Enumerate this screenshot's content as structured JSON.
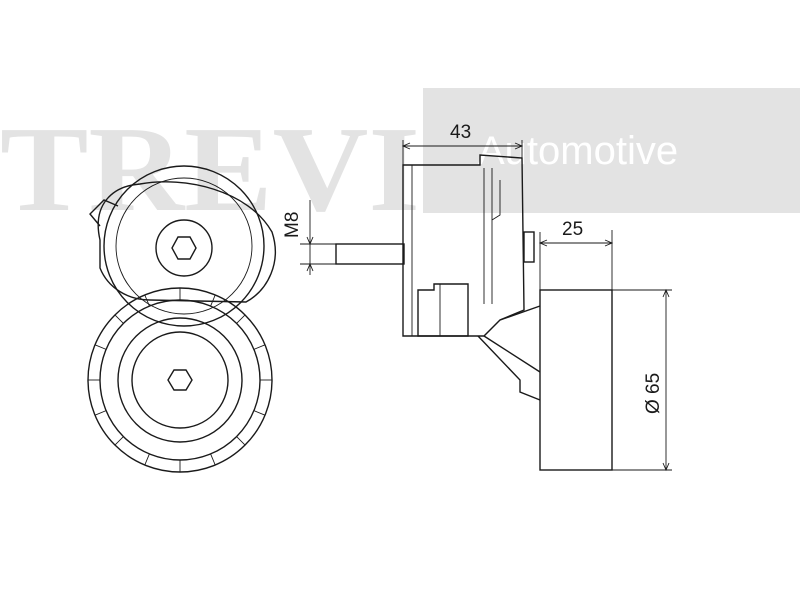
{
  "watermark": {
    "brand": "TREVI",
    "tagline": "Automotive",
    "band_color": "#e3e3e3"
  },
  "dimensions": {
    "length": "43",
    "thread": "M8",
    "pulley_width": "25",
    "pulley_diameter": "Ø 65"
  },
  "colors": {
    "line": "#1a1a1a",
    "background": "#ffffff"
  }
}
